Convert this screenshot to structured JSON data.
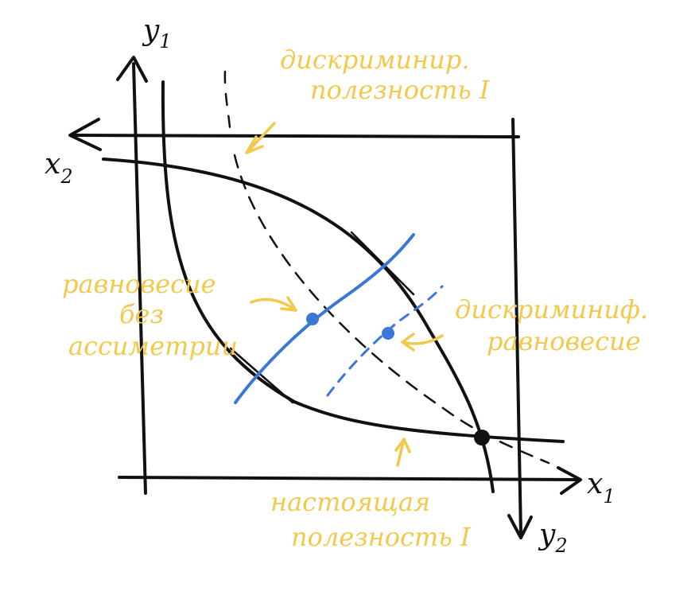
{
  "colors": {
    "ink": "#111111",
    "blue": "#3a78d8",
    "yellow": "#f2c94c",
    "background": "#ffffff"
  },
  "axes": {
    "y1": "y",
    "y1_sub": "1",
    "x2": "x",
    "x2_sub": "2",
    "x1": "x",
    "x1_sub": "1",
    "y2": "y",
    "y2_sub": "2"
  },
  "annotations": {
    "discriminating_utility": [
      "дискриминир.",
      "полезность I"
    ],
    "equilibrium_no_asymmetry": [
      "равновесие",
      "без",
      "ассиметрии"
    ],
    "discriminating_equilibrium": [
      "дискриминиф.",
      "равновесие"
    ],
    "true_utility": [
      "настоящая",
      "полезность I"
    ]
  }
}
